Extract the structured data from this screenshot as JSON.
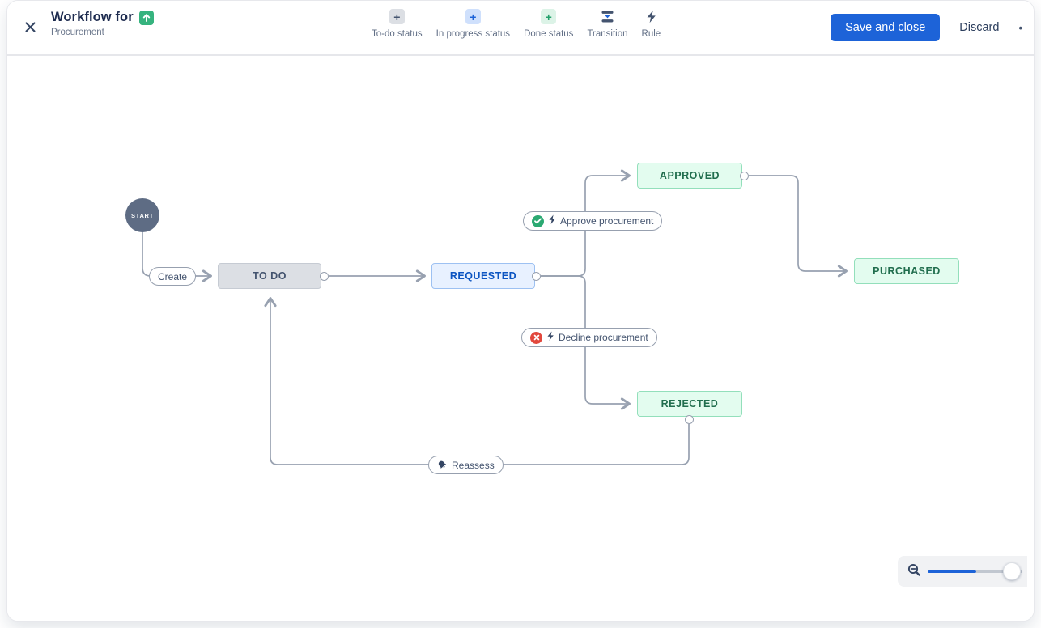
{
  "window": {
    "title": "Workflow for",
    "subtitle": "Procurement",
    "more_indicator": "•"
  },
  "toolbar": {
    "items": [
      {
        "label": "To-do status",
        "icon": "plus-in-gray-square"
      },
      {
        "label": "In progress status",
        "icon": "plus-in-blue-square"
      },
      {
        "label": "Done status",
        "icon": "plus-in-green-square"
      },
      {
        "label": "Transition",
        "icon": "transition-bars-arrow"
      },
      {
        "label": "Rule",
        "icon": "lightning-bolt"
      }
    ],
    "save_button": "Save and close",
    "discard_button": "Discard"
  },
  "diagram": {
    "start_label": "START",
    "nodes": [
      {
        "label": "TO DO",
        "category": "todo"
      },
      {
        "label": "REQUESTED",
        "category": "in-progress"
      },
      {
        "label": "APPROVED",
        "category": "done"
      },
      {
        "label": "PURCHASED",
        "category": "done"
      },
      {
        "label": "REJECTED",
        "category": "done"
      }
    ],
    "transitions": [
      {
        "label": "Create",
        "icons": []
      },
      {
        "label": "Approve procurement",
        "icons": [
          "green-check-badge",
          "lightning-rule"
        ]
      },
      {
        "label": "Decline procurement",
        "icons": [
          "red-cross-badge",
          "lightning-rule"
        ]
      },
      {
        "label": "Reassess",
        "icons": [
          "bell"
        ]
      }
    ]
  },
  "colors": {
    "primary_button": "#1D63D8",
    "todo_bg": "#DCDFE4",
    "todo_text": "#44546F",
    "in_progress_bg": "#E8F1FF",
    "in_progress_text": "#0C55C2",
    "done_bg": "#E3FCEF",
    "done_text": "#216E4E",
    "edge_gray": "#98A1B0",
    "approve_badge": "#2BA972",
    "decline_badge": "#E2483D",
    "issue_type_icon": "#36B37E"
  }
}
